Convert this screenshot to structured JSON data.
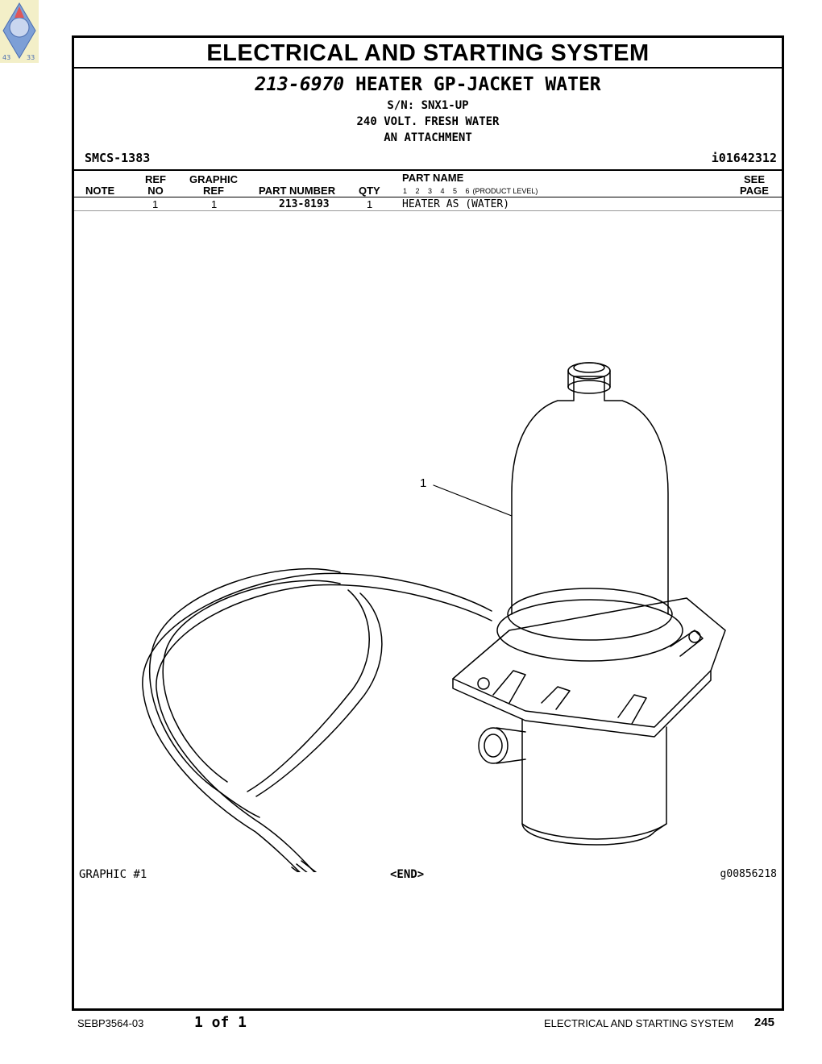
{
  "section_title": "ELECTRICAL AND STARTING SYSTEM",
  "group": {
    "part_number": "213-6970",
    "name": "HEATER GP-JACKET WATER",
    "lines": [
      "S/N: SNX1-UP",
      "240 VOLT. FRESH WATER",
      "AN ATTACHMENT"
    ]
  },
  "smcs": "SMCS-1383",
  "illustration_id": "i01642312",
  "table": {
    "headers": {
      "note": "NOTE",
      "ref_no_1": "REF",
      "ref_no_2": "NO",
      "graphic_ref_1": "GRAPHIC",
      "graphic_ref_2": "REF",
      "part_number": "PART NUMBER",
      "qty": "QTY",
      "part_name": "PART NAME",
      "levels": "1 2 3 4 5 6",
      "product_level": "(PRODUCT LEVEL)",
      "see_page_1": "SEE",
      "see_page_2": "PAGE"
    },
    "rows": [
      {
        "note": "",
        "ref_no": "1",
        "graphic_ref": "1",
        "part_number": "213-8193",
        "qty": "1",
        "part_name": "HEATER AS (WATER)",
        "see_page": ""
      }
    ]
  },
  "callout": "1",
  "graphic_label": "GRAPHIC #1",
  "end_marker": "<END>",
  "graphic_id": "g00856218",
  "footer": {
    "doc_number": "SEBP3564-03",
    "page_of": "1 of 1",
    "section": "ELECTRICAL AND STARTING SYSTEM",
    "page_number": "245"
  },
  "logo": {
    "left_number": "43",
    "right_number": "33",
    "icon": "diamond-emblem-icon"
  }
}
